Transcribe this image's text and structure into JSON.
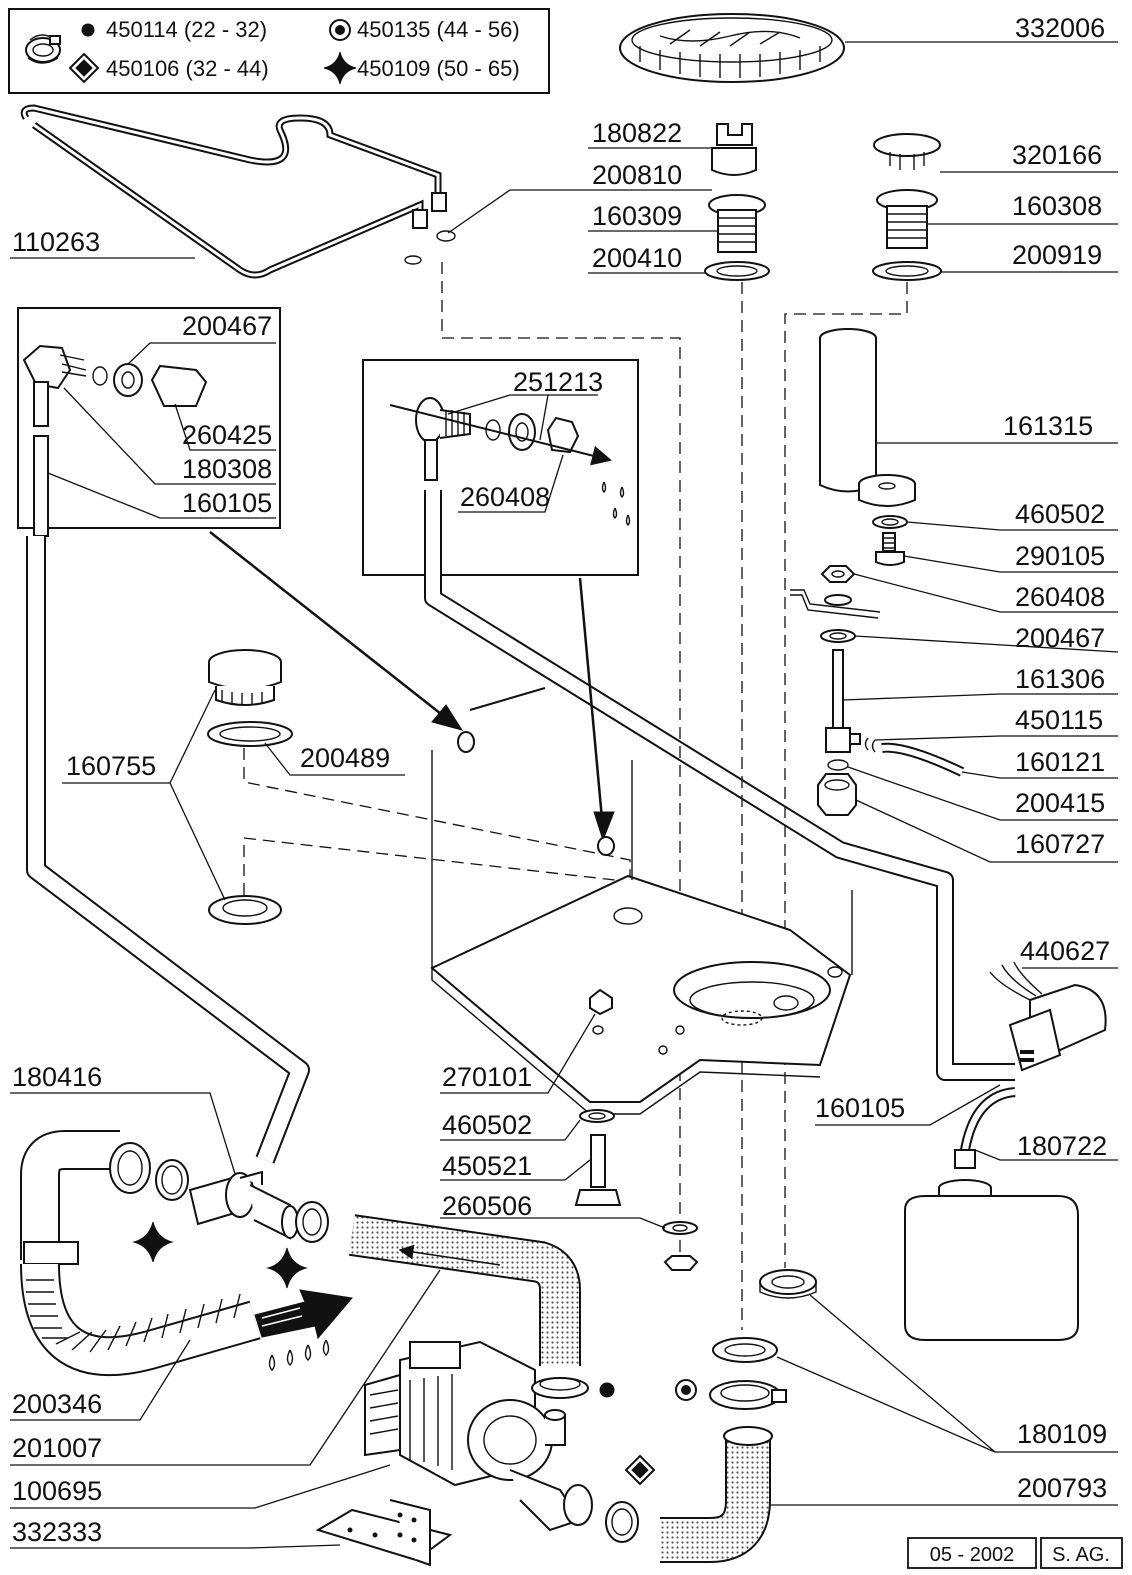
{
  "legend": {
    "items": [
      {
        "symbol": "dot",
        "code": "450114",
        "range": "(22 - 32)"
      },
      {
        "symbol": "ring-dot",
        "code": "450135",
        "range": "(44 - 56)"
      },
      {
        "symbol": "diamond",
        "code": "450106",
        "range": "(32 - 44)"
      },
      {
        "symbol": "star",
        "code": "450109",
        "range": "(50 - 65)"
      }
    ]
  },
  "labels": {
    "332006": "332006",
    "180822": "180822",
    "200810": "200810",
    "160309": "160309",
    "200410": "200410",
    "320166": "320166",
    "160308": "160308",
    "200919": "200919",
    "110263": "110263",
    "200467a": "200467",
    "260425": "260425",
    "180308": "180308",
    "160105a": "160105",
    "251213": "251213",
    "260408a": "260408",
    "161315": "161315",
    "460502a": "460502",
    "290105": "290105",
    "260408b": "260408",
    "200467b": "200467",
    "161306": "161306",
    "450115": "450115",
    "160121": "160121",
    "200415": "200415",
    "160727": "160727",
    "160755": "160755",
    "200489": "200489",
    "440627": "440627",
    "160105b": "160105",
    "180722": "180722",
    "270101": "270101",
    "460502b": "460502",
    "450521": "450521",
    "260506": "260506",
    "180416": "180416",
    "200346": "200346",
    "201007": "201007",
    "100695": "100695",
    "332333": "332333",
    "180109": "180109",
    "200793": "200793"
  },
  "footer": {
    "date": "05 - 2002",
    "author": "S. AG."
  }
}
